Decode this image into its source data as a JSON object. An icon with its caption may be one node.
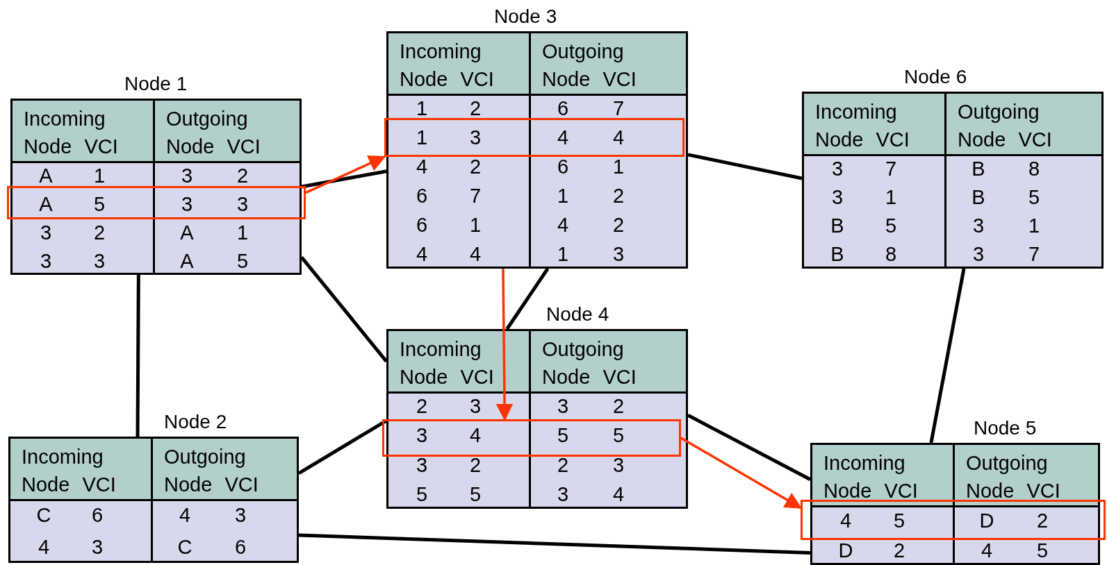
{
  "diagram": {
    "nodes": [
      {
        "text": [
          "Node 1",
          "Incoming Node VCI",
          "Outgoing Node VCI",
          "A",
          "1",
          "3",
          "2",
          "3",
          "2",
          "A",
          "1",
          "3",
          "3",
          "A",
          "5"
        ]
      },
      {
        "text": [
          "A",
          "5",
          "3",
          "3"
        ],
        "in": 0
      },
      {
        "text": [
          "Node 3",
          "Incoming Node VCI",
          "Outgoing Node VCI",
          "1",
          "2",
          "6",
          "7",
          "4",
          "2",
          "6",
          "1",
          "6",
          "7",
          "1",
          "2",
          "6",
          "1",
          "4",
          "2",
          "4",
          "4",
          "1",
          "3"
        ]
      },
      {
        "text": [
          "1",
          "3",
          "4",
          "4"
        ],
        "in": 2
      },
      {
        "text": [
          "Node 6",
          "Incoming Node VCI",
          "Outgoing Node VCI",
          "3",
          "7",
          "B",
          "8",
          "3",
          "1",
          "B",
          "5",
          "B",
          "5",
          "3",
          "1",
          "B",
          "8",
          "3",
          "7"
        ]
      },
      {
        "text": [
          "Node 4",
          "Incoming Node VCI",
          "Outgoing Node VCI",
          "2",
          "3",
          "3",
          "2",
          "3",
          "2",
          "2",
          "3",
          "5",
          "5",
          "3",
          "4"
        ]
      },
      {
        "text": [
          "3",
          "4",
          "5",
          "5"
        ],
        "in": 5
      },
      {
        "text": [
          "Node 2",
          "Incoming Node VCI",
          "Outgoing Node VCI",
          "C",
          "6",
          "4",
          "3",
          "4",
          "3",
          "C",
          "6"
        ]
      },
      {
        "text": [
          "Node 5",
          "Incoming Node VCI",
          "Outgoing Node VCI",
          "D",
          "2",
          "4",
          "5"
        ]
      },
      {
        "text": [
          "4",
          "5",
          "D",
          "2"
        ],
        "in": 8
      }
    ],
    "edges": [
      {
        "from": 0,
        "to": 2,
        "arrow": "none"
      },
      {
        "from": 0,
        "to": 5,
        "arrow": "none"
      },
      {
        "from": 0,
        "to": 7,
        "arrow": "none"
      },
      {
        "from": 2,
        "to": 4,
        "arrow": "none"
      },
      {
        "from": 2,
        "to": 5,
        "arrow": "none"
      },
      {
        "from": 4,
        "to": 8,
        "arrow": "none"
      },
      {
        "from": 5,
        "to": 8,
        "arrow": "none"
      },
      {
        "from": 7,
        "to": 5,
        "arrow": "none"
      },
      {
        "from": 7,
        "to": 8,
        "arrow": "none"
      },
      {
        "from": 1,
        "to": 3,
        "arrow": "to",
        "color": "#ff3300"
      },
      {
        "from": 2,
        "to": 6,
        "arrow": "to",
        "color": "#ff3300"
      },
      {
        "from": 6,
        "to": 9,
        "arrow": "to",
        "color": "#ff3300"
      }
    ]
  }
}
